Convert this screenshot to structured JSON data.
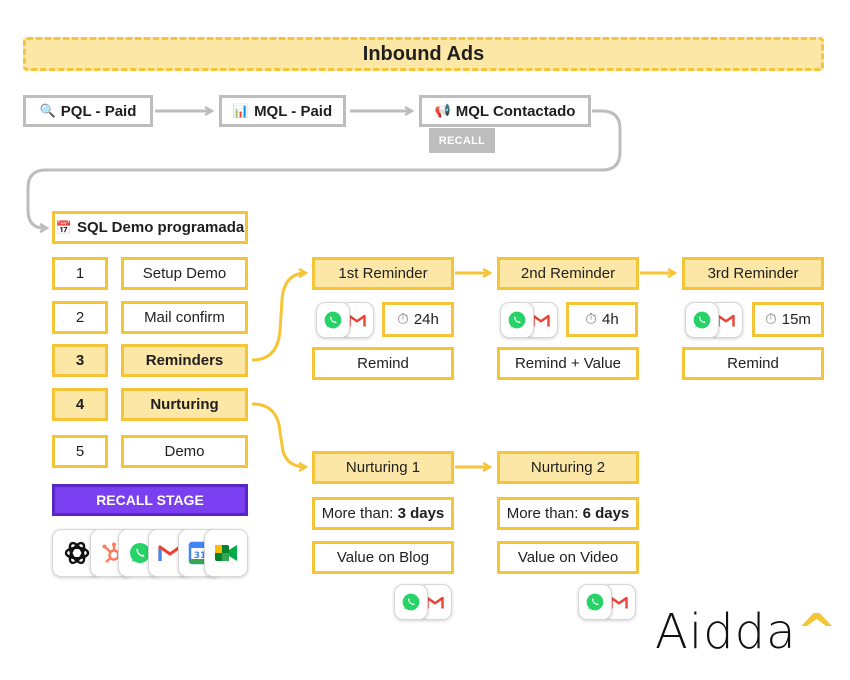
{
  "title": "Inbound Ads",
  "pipeline": {
    "pql": {
      "icon": "🔍",
      "label": "PQL - Paid"
    },
    "mql": {
      "icon": "📊",
      "label": "MQL - Paid"
    },
    "contactado": {
      "icon": "📢",
      "label": "MQL Contactado"
    },
    "recall_tag": "RECALL",
    "sql": {
      "icon": "📅",
      "label": "SQL Demo programada"
    }
  },
  "steps": [
    {
      "num": "1",
      "label": "Setup Demo",
      "highlight": false
    },
    {
      "num": "2",
      "label": "Mail confirm",
      "highlight": false
    },
    {
      "num": "3",
      "label": "Reminders",
      "highlight": true
    },
    {
      "num": "4",
      "label": "Nurturing",
      "highlight": true
    },
    {
      "num": "5",
      "label": "Demo",
      "highlight": false
    }
  ],
  "recall_stage": "RECALL STAGE",
  "tool_icons": [
    "openai-icon",
    "hubspot-icon",
    "whatsapp-icon",
    "gmail-icon",
    "google-calendar-icon",
    "google-meet-icon"
  ],
  "reminders": [
    {
      "title": "1st Reminder",
      "timer": "24h",
      "action": "Remind"
    },
    {
      "title": "2nd Reminder",
      "timer": "4h",
      "action": "Remind + Value"
    },
    {
      "title": "3rd Reminder",
      "timer": "15m",
      "action": "Remind"
    }
  ],
  "nurturing": [
    {
      "title": "Nurturing 1",
      "condition_prefix": "More than: ",
      "condition_value": "3 days",
      "content": "Value on Blog"
    },
    {
      "title": "Nurturing 2",
      "condition_prefix": "More than: ",
      "condition_value": "6 days",
      "content": "Value on Video"
    }
  ],
  "timer_icon": "⏱",
  "brand": {
    "name": "Aidda",
    "accent": "^"
  },
  "colors": {
    "yellow_border": "#f6c437",
    "yellow_fill": "#fde7a6",
    "gray": "#bdbdbd",
    "purple": "#7b3ff2"
  }
}
